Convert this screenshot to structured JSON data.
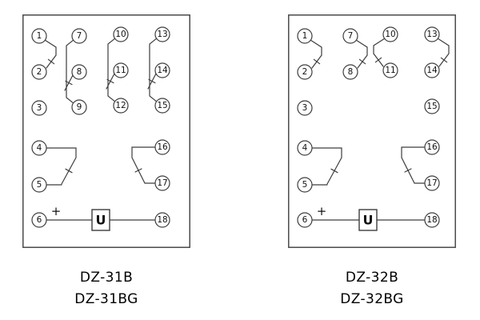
{
  "line_color": "#3d3d3d",
  "diagrams": [
    {
      "id": "DZ-31B",
      "labels": [
        "DZ-31B",
        "DZ-31BG"
      ],
      "terminals": [
        "1",
        "2",
        "3",
        "4",
        "5",
        "6",
        "7",
        "8",
        "9",
        "10",
        "11",
        "12",
        "13",
        "14",
        "15",
        "16",
        "17",
        "18"
      ],
      "plus": "+",
      "coil": "U"
    },
    {
      "id": "DZ-32B",
      "labels": [
        "DZ-32B",
        "DZ-32BG"
      ],
      "terminals": [
        "1",
        "2",
        "3",
        "4",
        "5",
        "6",
        "7",
        "8",
        "10",
        "11",
        "13",
        "14",
        "15",
        "16",
        "17",
        "18"
      ],
      "plus": "+",
      "coil": "U"
    }
  ]
}
